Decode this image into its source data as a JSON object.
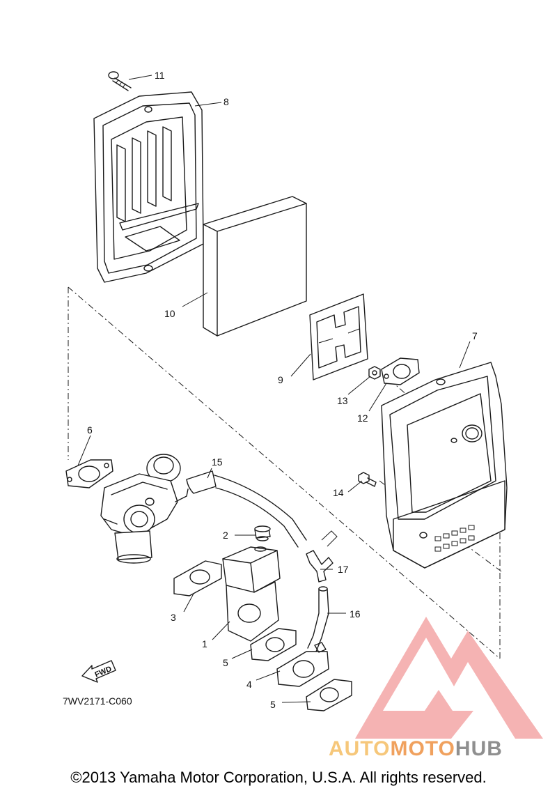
{
  "diagram": {
    "callouts": {
      "p1": "1",
      "p2": "2",
      "p3": "3",
      "p4": "4",
      "p5a": "5",
      "p5b": "5",
      "p6": "6",
      "p7": "7",
      "p8": "8",
      "p9": "9",
      "p10": "10",
      "p11": "11",
      "p12": "12",
      "p13": "13",
      "p14": "14",
      "p15": "15",
      "p16": "16",
      "p17": "17"
    },
    "fwd_label": "FWD",
    "drawing_code": "7WV2171-C060"
  },
  "watermark": {
    "word_1": "AUTO",
    "word_2": "MOTO",
    "word_3": "HUB",
    "colors": {
      "auto": "#f6c77a",
      "moto": "#f0a15e",
      "hub": "#8f8f8f",
      "logo": "#f08a8a"
    }
  },
  "footer": {
    "copyright": "©2013 Yamaha Motor Corporation, U.S.A. All rights reserved."
  }
}
